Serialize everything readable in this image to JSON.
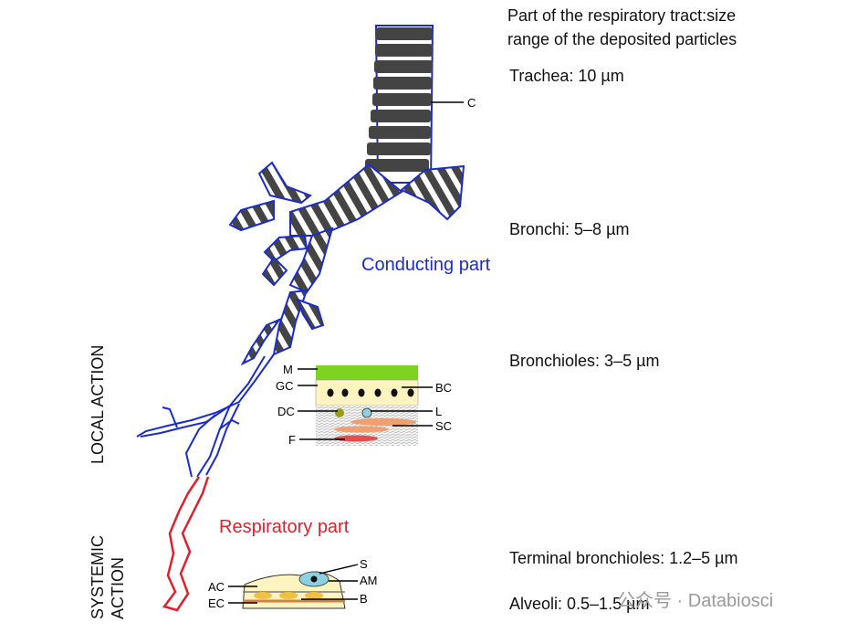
{
  "header": {
    "line1": "Part of the respiratory tract:size",
    "line2": "range of the deposited particles"
  },
  "sizes": {
    "trachea": "Trachea: 10 µm",
    "bronchi": "Bronchi: 5–8 µm",
    "bronchioles": "Bronchioles: 3–5 µm",
    "terminal": "Terminal bronchioles: 1.2–5 µm",
    "alveoli": "Alveoli: 0.5–1.5 µm"
  },
  "regions": {
    "conducting": "Conducting part",
    "respiratory": "Respiratory part"
  },
  "side": {
    "local": "LOCAL ACTION",
    "systemic1": "SYSTEMIC",
    "systemic2": "ACTION"
  },
  "labels": {
    "c": "C",
    "m": "M",
    "gc": "GC",
    "dc": "DC",
    "f": "F",
    "bc": "BC",
    "l": "L",
    "sc": "SC",
    "s": "S",
    "am": "AM",
    "b": "B",
    "ac": "AC",
    "ec": "EC"
  },
  "watermark": "公众号 · Databiosci",
  "colors": {
    "conducting": "#1a2ccc",
    "respiratory": "#e0202a",
    "mucus": "#7ed321",
    "ring": "#444444"
  }
}
